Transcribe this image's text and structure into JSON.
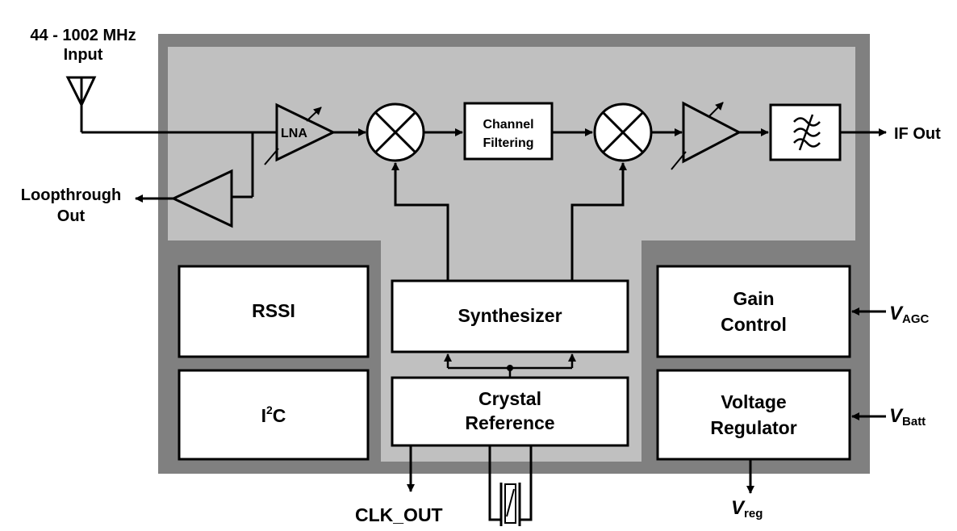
{
  "input": {
    "line1": "44 - 1002 MHz",
    "line2": "Input"
  },
  "loopthrough": {
    "line1": "Loopthrough",
    "line2": "Out"
  },
  "lna_label": "LNA",
  "channel_filtering": {
    "line1": "Channel",
    "line2": "Filtering"
  },
  "if_out": "IF Out",
  "blocks": {
    "rssi": "RSSI",
    "i2c": {
      "prefix": "I",
      "sup": "2",
      "suffix": "C"
    },
    "synthesizer": "Synthesizer",
    "crystal": {
      "line1": "Crystal",
      "line2": "Reference"
    },
    "gain": {
      "line1": "Gain",
      "line2": "Control"
    },
    "voltage": {
      "line1": "Voltage",
      "line2": "Regulator"
    }
  },
  "pins": {
    "vagc": {
      "main": "V",
      "sub": "AGC"
    },
    "vbatt": {
      "main": "V",
      "sub": "Batt"
    },
    "vreg": {
      "main": "V",
      "sub": "reg"
    },
    "clk_out": "CLK_OUT"
  },
  "colors": {
    "outer": "#808080",
    "inner": "#c0c0c0",
    "block_fill": "#ffffff",
    "stroke": "#000000"
  }
}
